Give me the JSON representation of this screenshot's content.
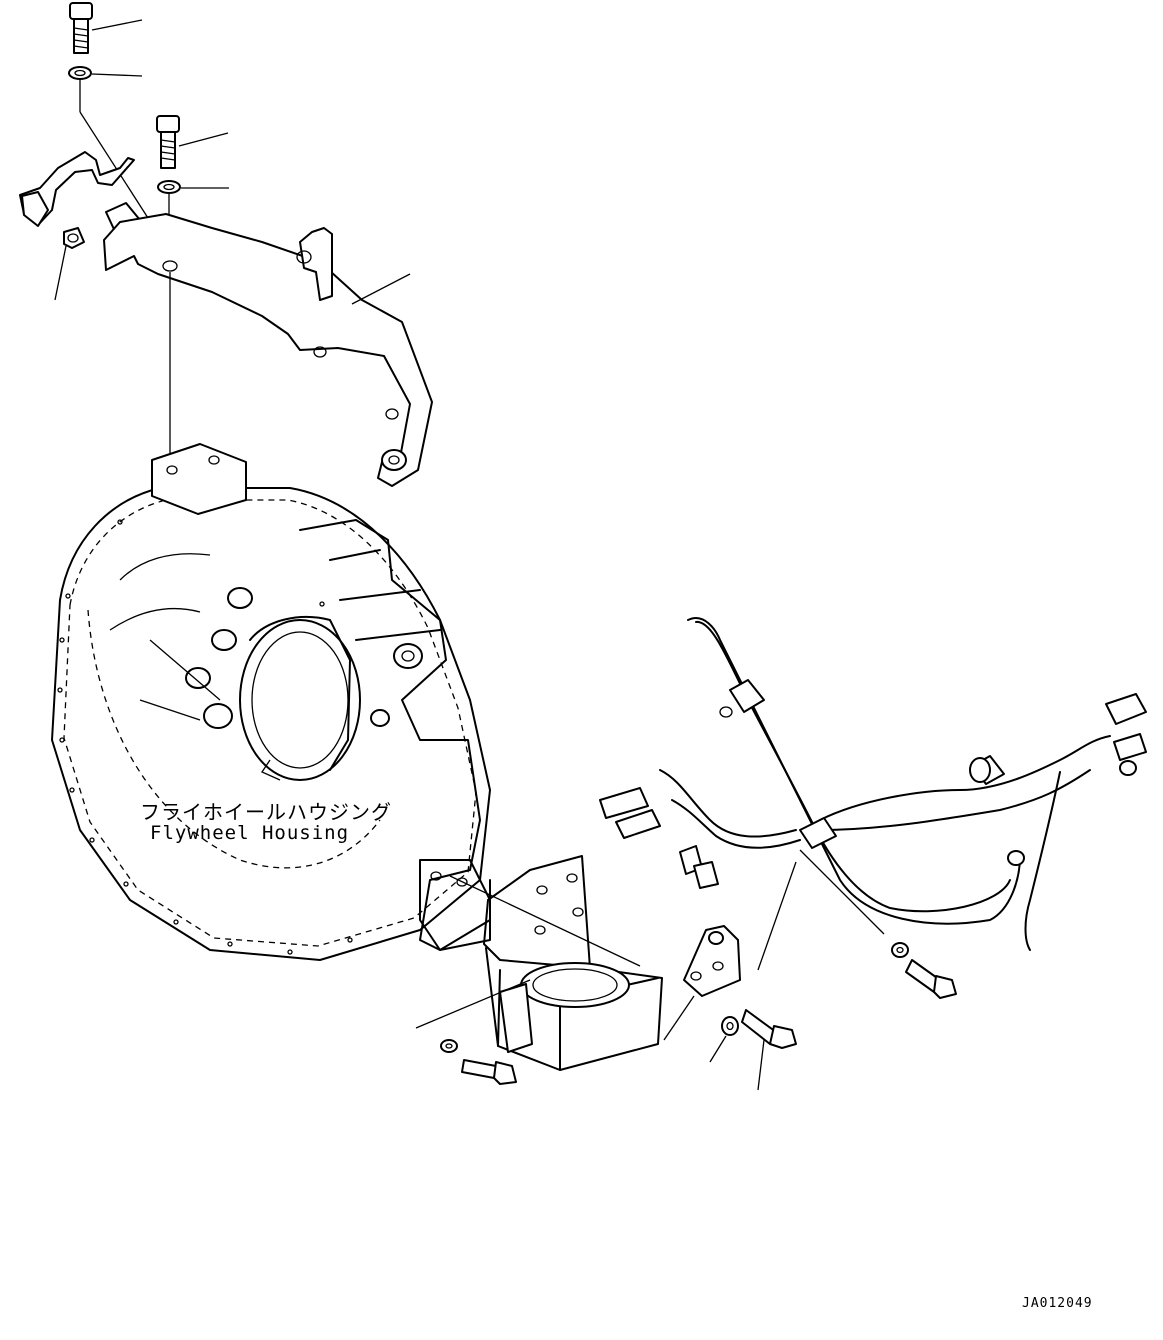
{
  "diagram": {
    "label_jp": "フライホイールハウジング",
    "label_en": "Flywheel Housing",
    "drawing_number": "JA012049"
  }
}
